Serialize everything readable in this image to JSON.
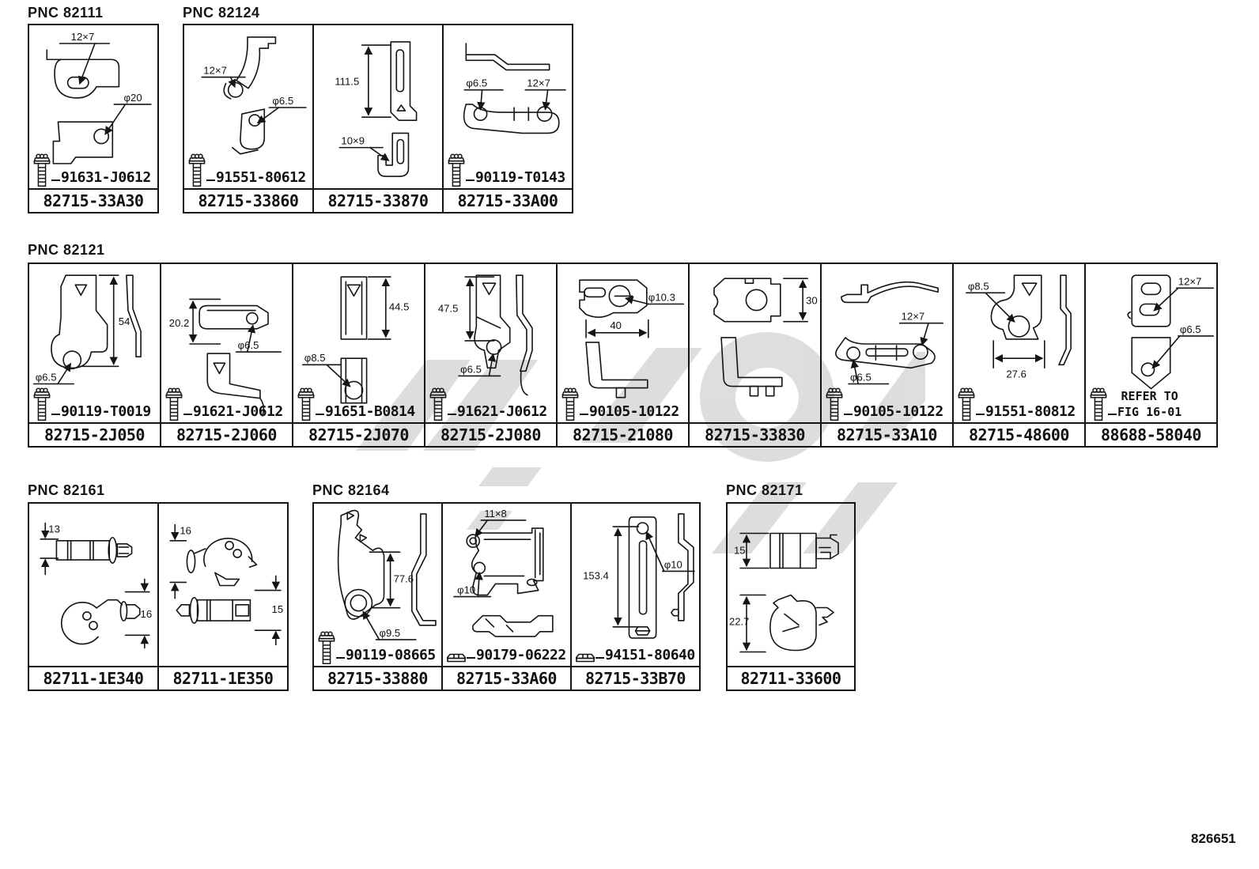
{
  "page": {
    "code": "826651"
  },
  "pnc_labels": {
    "p82111": "PNC 82111",
    "p82124": "PNC 82124",
    "p82121": "PNC 82121",
    "p82161": "PNC 82161",
    "p82164": "PNC 82164",
    "p82171": "PNC 82171"
  },
  "cells": [
    {
      "part": "82715-33A30",
      "fastener": "91631-J0612",
      "dims": [
        "12×7",
        "φ20"
      ]
    },
    {
      "part": "82715-33860",
      "fastener": "91551-80612",
      "dims": [
        "12×7",
        "φ6.5"
      ]
    },
    {
      "part": "82715-33870",
      "fastener": null,
      "dims": [
        "111.5",
        "10×9"
      ]
    },
    {
      "part": "82715-33A00",
      "fastener": "90119-T0143",
      "dims": [
        "φ6.5",
        "12×7"
      ]
    },
    {
      "part": "82715-2J050",
      "fastener": "90119-T0019",
      "dims": [
        "54",
        "φ6.5"
      ]
    },
    {
      "part": "82715-2J060",
      "fastener": "91621-J0612",
      "dims": [
        "20.2",
        "φ6.5"
      ]
    },
    {
      "part": "82715-2J070",
      "fastener": "91651-B0814",
      "dims": [
        "44.5",
        "φ8.5"
      ]
    },
    {
      "part": "82715-2J080",
      "fastener": "91621-J0612",
      "dims": [
        "47.5",
        "φ6.5"
      ]
    },
    {
      "part": "82715-21080",
      "fastener": "90105-10122",
      "dims": [
        "φ10.3",
        "40"
      ]
    },
    {
      "part": "82715-33830",
      "fastener": null,
      "dims": [
        "30"
      ]
    },
    {
      "part": "82715-33A10",
      "fastener": "90105-10122",
      "dims": [
        "12×7",
        "φ6.5"
      ]
    },
    {
      "part": "82715-48600",
      "fastener": "91551-80812",
      "dims": [
        "φ8.5",
        "27.6"
      ]
    },
    {
      "part": "88688-58040",
      "fastener": null,
      "note": {
        "line1": "REFER TO",
        "line2": "FIG 16-01"
      },
      "dims": [
        "12×7",
        "φ6.5"
      ]
    },
    {
      "part": "82711-1E340",
      "fastener": null,
      "dims": [
        "13",
        "16"
      ]
    },
    {
      "part": "82711-1E350",
      "fastener": null,
      "dims": [
        "16",
        "15"
      ]
    },
    {
      "part": "82715-33880",
      "fastener": "90119-08665",
      "dims": [
        "77.6",
        "φ9.5"
      ]
    },
    {
      "part": "82715-33A60",
      "fastener": "90179-06222",
      "dims": [
        "11×8",
        "φ10"
      ]
    },
    {
      "part": "82715-33B70",
      "fastener": "94151-80640",
      "dims": [
        "153.4",
        "φ10"
      ]
    },
    {
      "part": "82711-33600",
      "fastener": null,
      "dims": [
        "15",
        "22.7"
      ]
    }
  ]
}
